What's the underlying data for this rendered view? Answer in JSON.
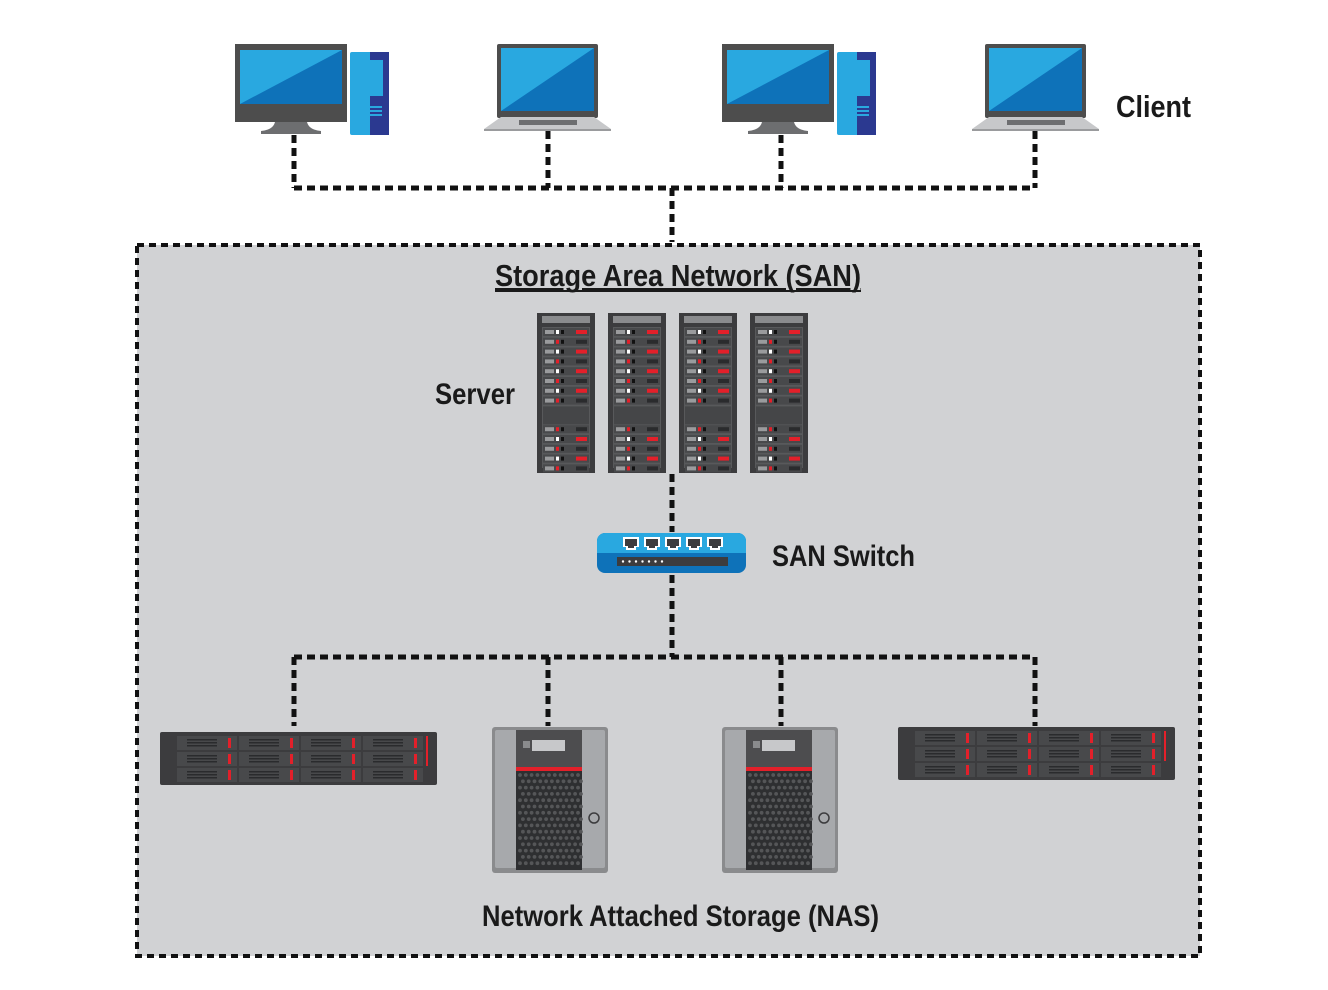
{
  "labels": {
    "client": "Client",
    "san_title": "Storage Area Network (SAN)",
    "server": "Server",
    "san_switch": "SAN Switch",
    "nas": "Network Attached Storage (NAS)"
  },
  "clients": [
    {
      "type": "desktop",
      "icon": "desktop-computer-icon"
    },
    {
      "type": "laptop",
      "icon": "laptop-icon"
    },
    {
      "type": "desktop",
      "icon": "desktop-computer-icon"
    },
    {
      "type": "laptop",
      "icon": "laptop-icon"
    }
  ],
  "server_racks": 4,
  "switch_ports": 5,
  "storage_devices": [
    {
      "type": "rack-nas",
      "icon": "rack-nas-icon"
    },
    {
      "type": "tower-nas",
      "icon": "tower-nas-icon"
    },
    {
      "type": "tower-nas",
      "icon": "tower-nas-icon"
    },
    {
      "type": "rack-nas",
      "icon": "rack-nas-icon"
    }
  ],
  "colors": {
    "screen_light": "#29a8e0",
    "screen_dark": "#0e72b9",
    "tower_navy": "#2b3990",
    "san_background": "#d1d2d4",
    "accent_red": "#e3202a"
  }
}
